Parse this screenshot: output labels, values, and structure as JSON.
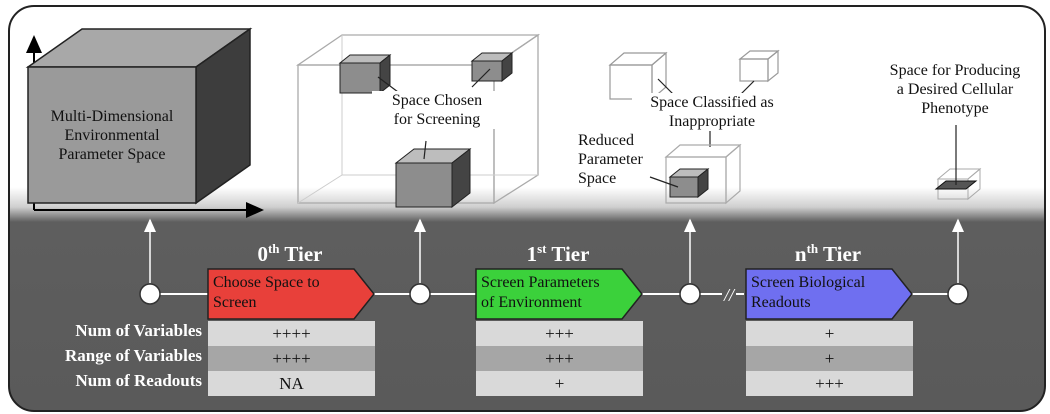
{
  "top": {
    "cube_label": [
      "Multi-Dimensional",
      "Environmental",
      "Parameter Space"
    ],
    "chosen_label": [
      "Space Chosen",
      "for Screening"
    ],
    "inappropriate_label": [
      "Space Classified as",
      "Inappropriate"
    ],
    "reduced_label": [
      "Reduced",
      "Parameter",
      "Space"
    ],
    "phenotype_label": [
      "Space for Producing",
      "a Desired Cellular",
      "Phenotype"
    ]
  },
  "tiers": [
    {
      "num": "0",
      "sup": "th",
      "word": " Tier",
      "banner": [
        "Choose Space to",
        "Screen"
      ],
      "color": "#e8403a",
      "values": [
        "++++",
        "++++",
        "NA"
      ]
    },
    {
      "num": "1",
      "sup": "st",
      "word": " Tier",
      "banner": [
        "Screen Parameters",
        "of Environment"
      ],
      "color": "#3bd13b",
      "values": [
        "+++",
        "+++",
        "+"
      ]
    },
    {
      "num": "n",
      "sup": "th",
      "word": " Tier",
      "banner": [
        "Screen Biological",
        "Readouts"
      ],
      "color": "#6f6ff0",
      "values": [
        "+",
        "+",
        "+++"
      ]
    }
  ],
  "row_labels": [
    "Num of Variables",
    "Range of Variables",
    "Num of Readouts"
  ],
  "timeline_break": "//"
}
